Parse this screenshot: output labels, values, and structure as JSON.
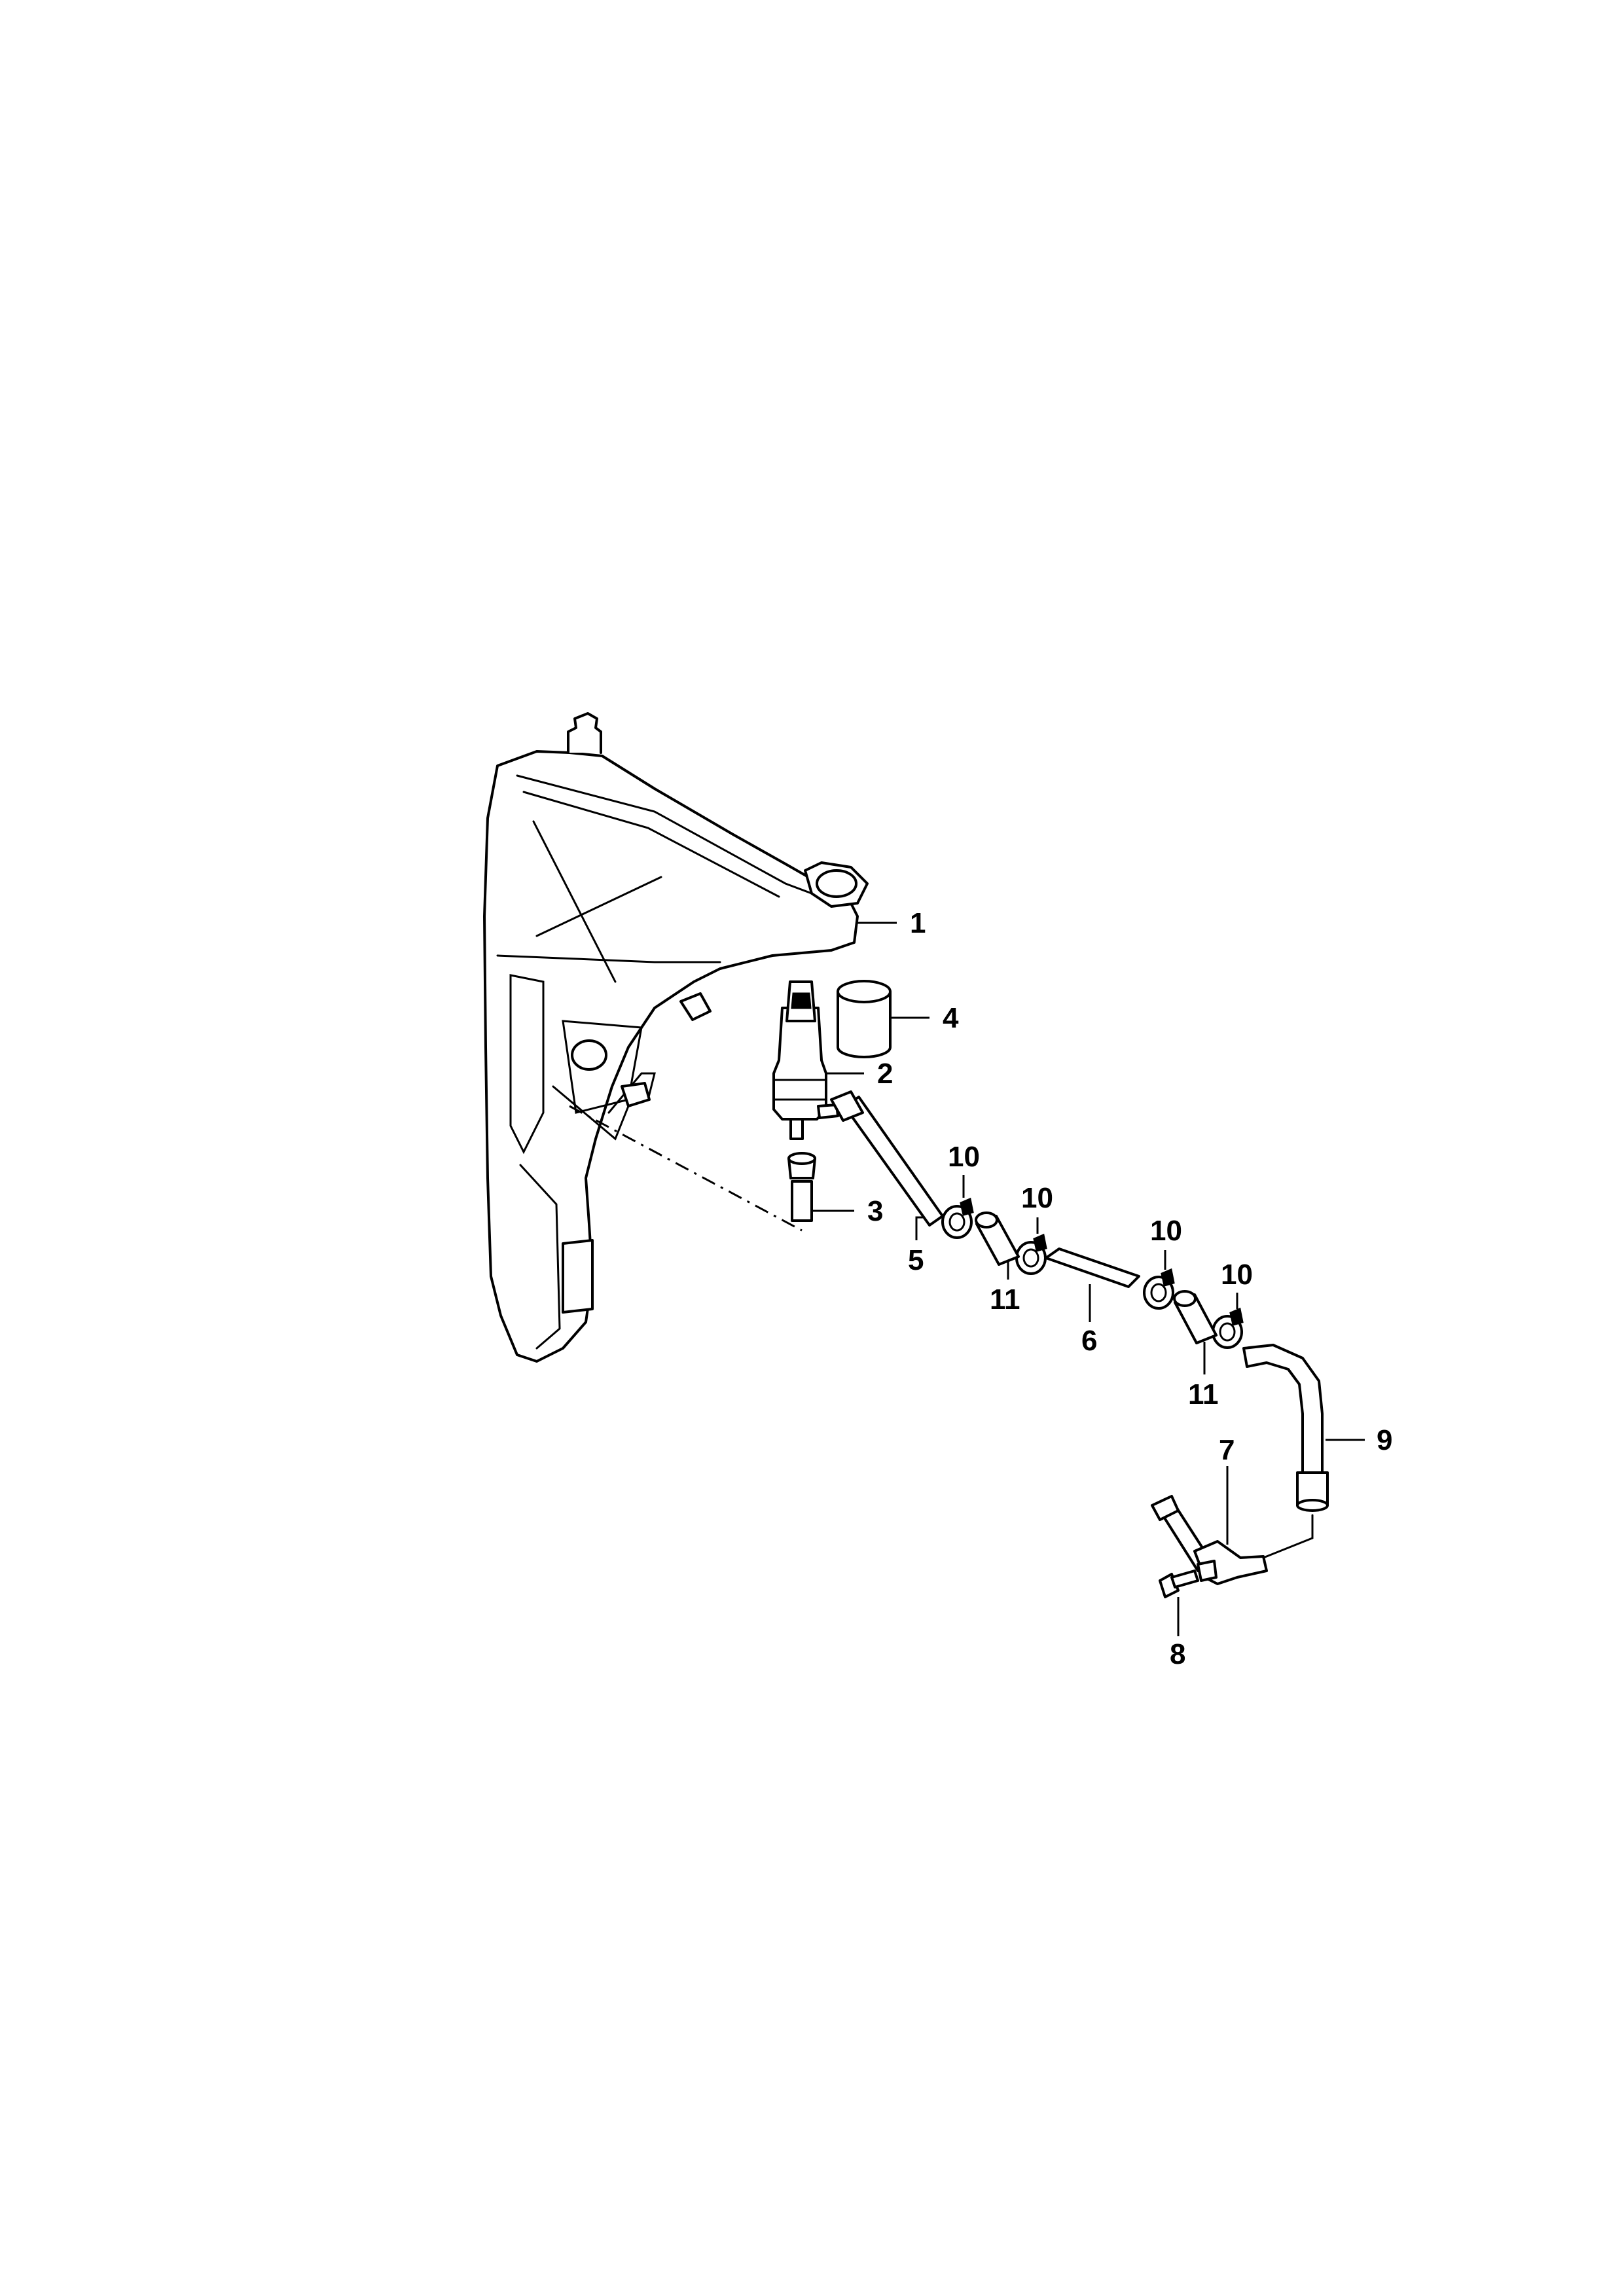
{
  "callouts": {
    "c1": "1",
    "c2": "2",
    "c3": "3",
    "c4": "4",
    "c5": "5",
    "c6": "6",
    "c7": "7",
    "c8": "8",
    "c9": "9",
    "c10a": "10",
    "c10b": "10",
    "c10c": "10",
    "c10d": "10",
    "c11a": "11",
    "c11b": "11"
  }
}
